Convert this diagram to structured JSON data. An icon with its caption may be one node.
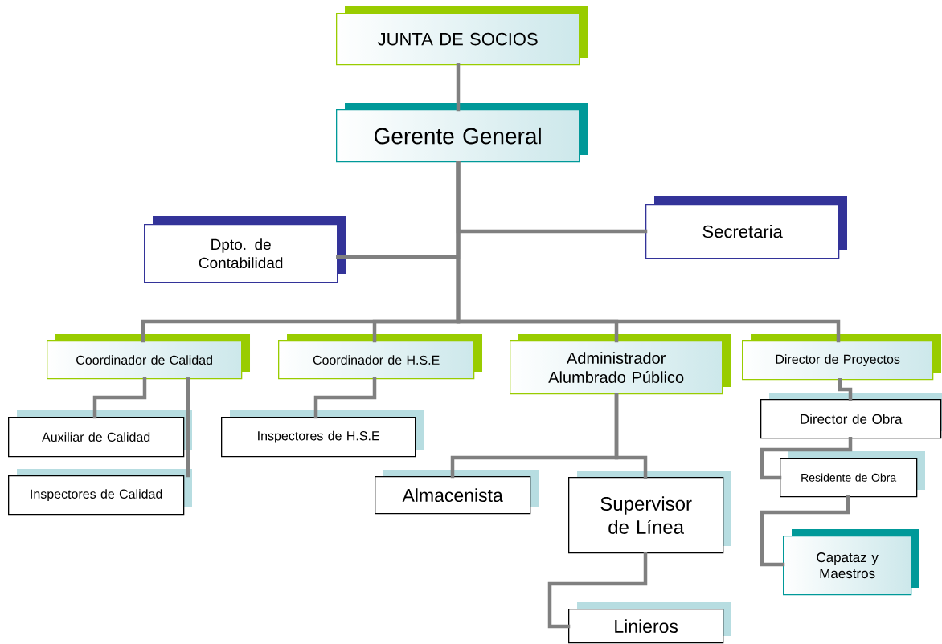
{
  "diagram": {
    "nodes": [
      {
        "text": [
          "JUNTA DE SOCIOS"
        ]
      },
      {
        "text": [
          "Gerente General"
        ]
      },
      {
        "text": [
          "Dpto. de Contabilidad"
        ]
      },
      {
        "text": [
          "Secretaria"
        ]
      },
      {
        "text": [
          "Coordinador de Calidad"
        ]
      },
      {
        "text": [
          "Coordinador de H.S.E"
        ]
      },
      {
        "text": [
          "Administrador Alumbrado Público"
        ]
      },
      {
        "text": [
          "Director de Proyectos"
        ]
      },
      {
        "text": [
          "Auxiliar de Calidad"
        ]
      },
      {
        "text": [
          "Inspectores de Calidad"
        ]
      },
      {
        "text": [
          "Inspectores de H.S.E"
        ]
      },
      {
        "text": [
          "Almacenista"
        ]
      },
      {
        "text": [
          "Supervisor de Línea"
        ]
      },
      {
        "text": [
          "Linieros"
        ]
      },
      {
        "text": [
          "Director de Obra"
        ]
      },
      {
        "text": [
          "Residente de Obra"
        ]
      },
      {
        "text": [
          "Capataz y Maestros"
        ]
      }
    ],
    "edges": [
      {
        "from": 0,
        "to": 1,
        "arrow": "none"
      },
      {
        "from": 1,
        "to": 2,
        "arrow": "none"
      },
      {
        "from": 1,
        "to": 3,
        "arrow": "none"
      },
      {
        "from": 1,
        "to": 4,
        "arrow": "none"
      },
      {
        "from": 1,
        "to": 5,
        "arrow": "none"
      },
      {
        "from": 1,
        "to": 6,
        "arrow": "none"
      },
      {
        "from": 1,
        "to": 7,
        "arrow": "none"
      },
      {
        "from": 4,
        "to": 8,
        "arrow": "none"
      },
      {
        "from": 4,
        "to": 9,
        "arrow": "none"
      },
      {
        "from": 5,
        "to": 10,
        "arrow": "none"
      },
      {
        "from": 6,
        "to": 11,
        "arrow": "none"
      },
      {
        "from": 6,
        "to": 12,
        "arrow": "none"
      },
      {
        "from": 12,
        "to": 13,
        "arrow": "none"
      },
      {
        "from": 7,
        "to": 14,
        "arrow": "none"
      },
      {
        "from": 14,
        "to": 15,
        "arrow": "none"
      },
      {
        "from": 15,
        "to": 16,
        "arrow": "none"
      }
    ]
  }
}
